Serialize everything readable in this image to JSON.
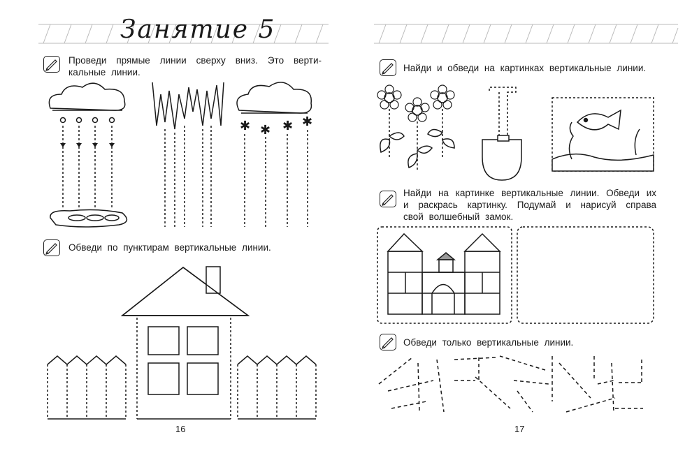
{
  "left_page": {
    "title": "Занятие 5",
    "task1": "Проведи прямые линии сверху вниз. Это верти-кальные линии.",
    "task2": "Обведи по пунктирам вертикальные линии.",
    "page_number": "16"
  },
  "right_page": {
    "task3": "Найди и обведи на картинках вертикальные линии.",
    "task4": "Найди на картинке вертикальные линии. Обведи их и раскрась картинку. Подумай и нарисуй справа свой волшебный замок.",
    "task5": "Обведи только вертикальные линии.",
    "page_number": "17"
  },
  "icons": {
    "task": "pencil-icon"
  }
}
